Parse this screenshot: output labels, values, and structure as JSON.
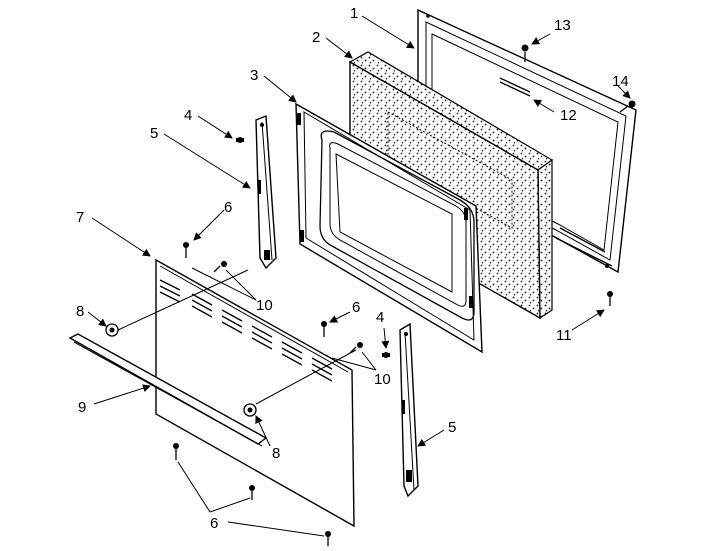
{
  "diagram": {
    "callouts": {
      "c1": "1",
      "c2": "2",
      "c3": "3",
      "c4a": "4",
      "c4b": "4",
      "c5a": "5",
      "c5b": "5",
      "c6a": "6",
      "c6b": "6",
      "c6c": "6",
      "c7": "7",
      "c8a": "8",
      "c8b": "8",
      "c9": "9",
      "c10a": "10",
      "c10b": "10",
      "c11": "11",
      "c12": "12",
      "c13": "13",
      "c14": "14"
    }
  }
}
